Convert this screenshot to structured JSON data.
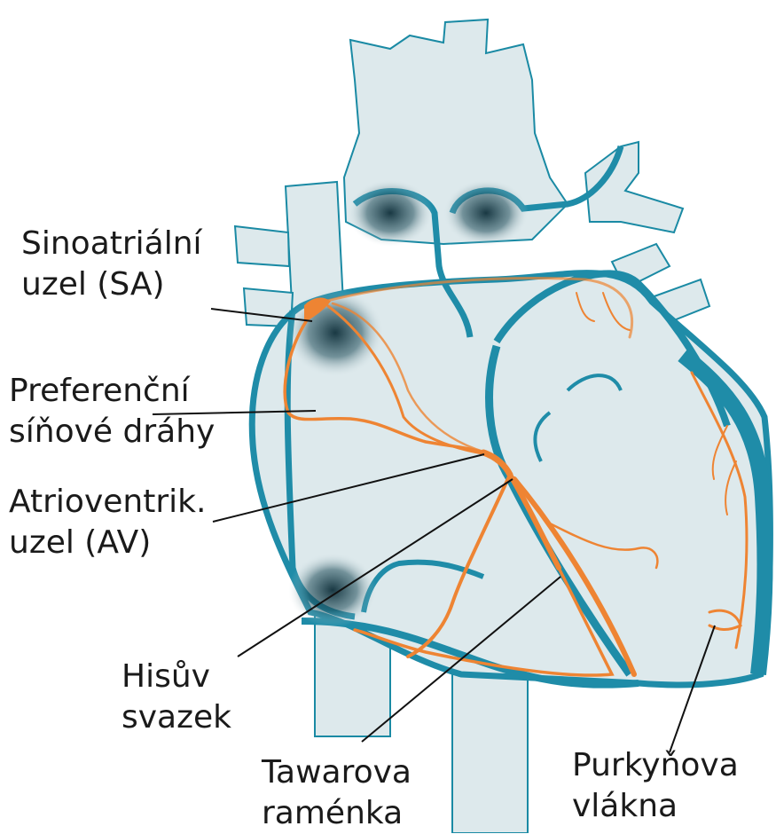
{
  "labels": {
    "sa": {
      "line1": "Sinoatriální",
      "line2": "uzel (SA)"
    },
    "pref": {
      "line1": "Preferenční",
      "line2": "síňové dráhy"
    },
    "av": {
      "line1": "Atrioventrik.",
      "line2": "uzel (AV)"
    },
    "his": {
      "line1": "Hisův",
      "line2": "svazek"
    },
    "tawara": {
      "line1": "Tawarova",
      "line2": "raménka"
    },
    "purkinje": {
      "line1": "Purkyňova",
      "line2": "vlákna"
    }
  },
  "colors": {
    "heart_fill": "#dde9ec",
    "heart_outline": "#1a8aa4",
    "heart_wall": "#1f8ca8",
    "conduction": "#ee8433",
    "shadow": "#0f2f3a",
    "leader": "#111111"
  }
}
